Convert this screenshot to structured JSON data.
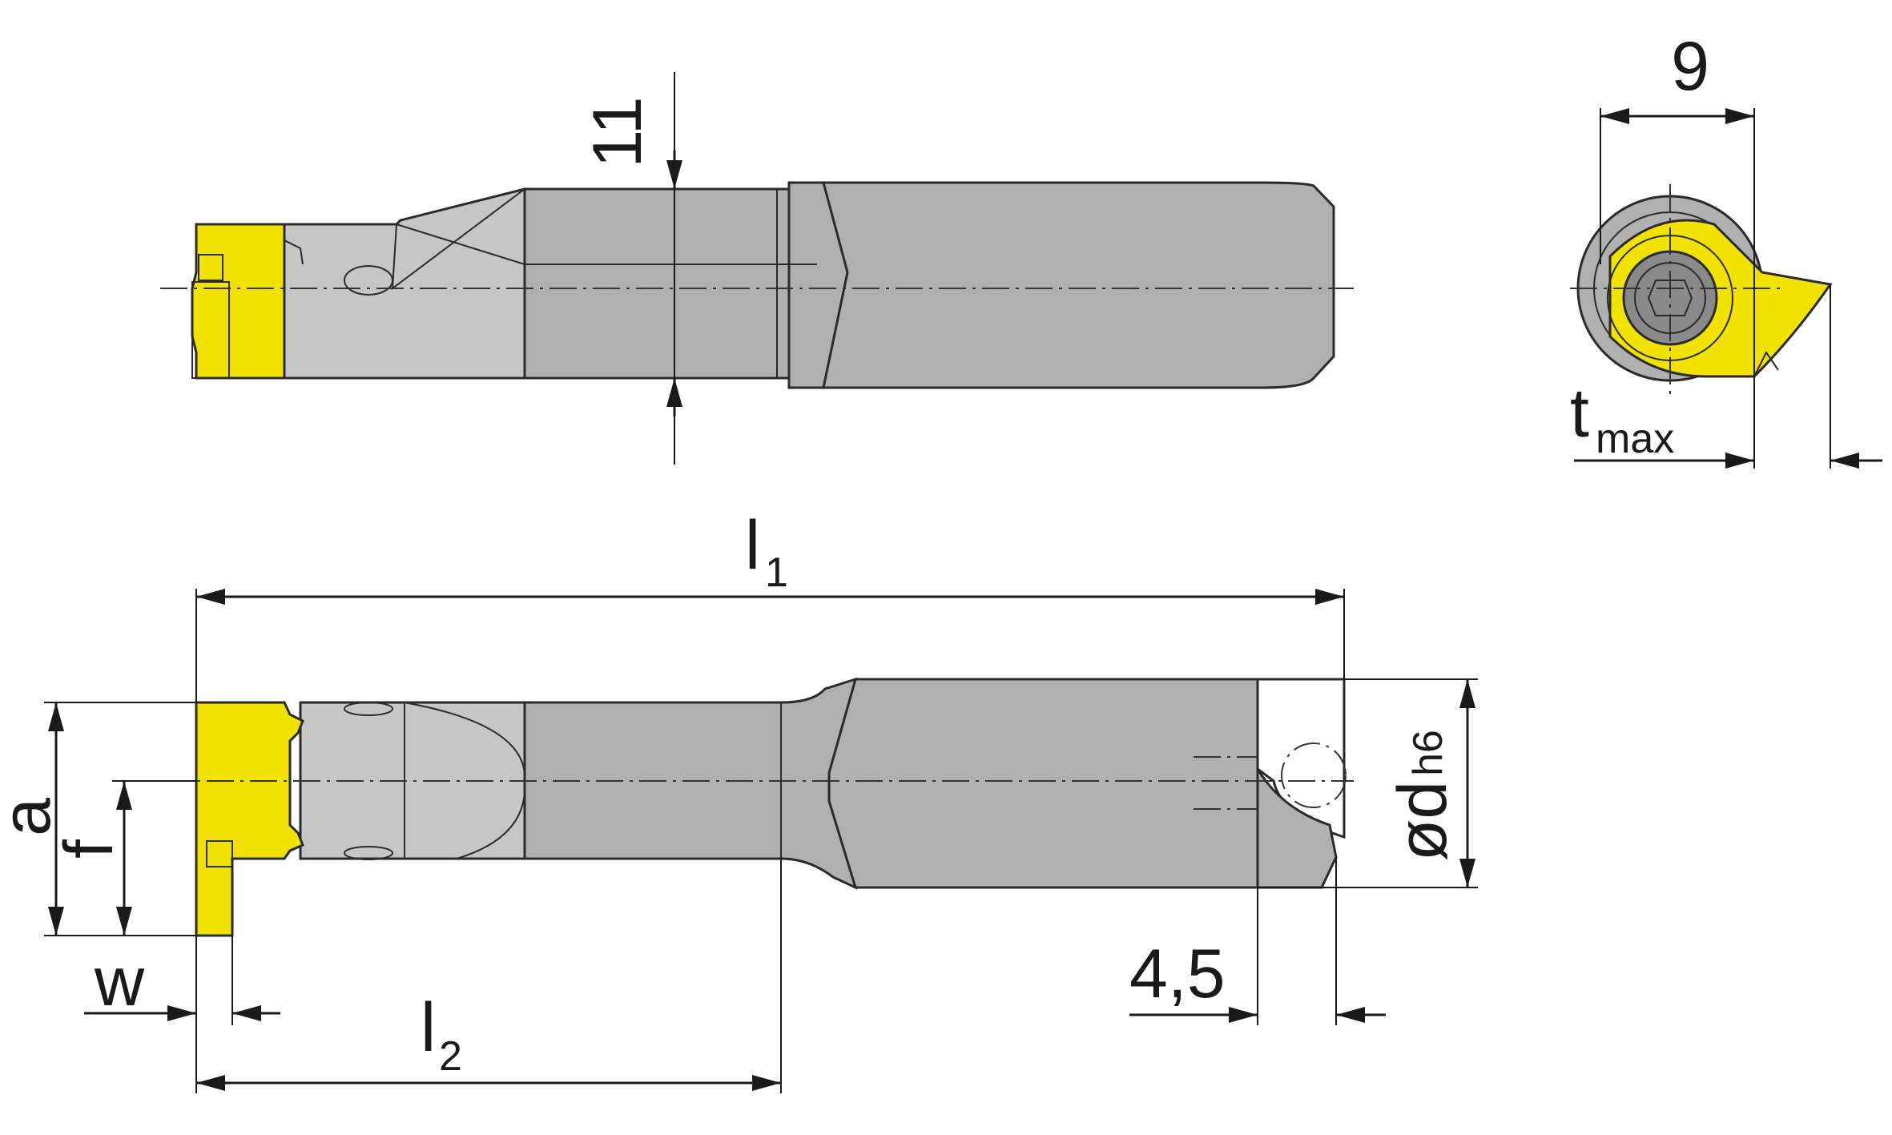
{
  "colors": {
    "body": "#b0b0b0",
    "body_light": "#c8c8c8",
    "insert": "#f2e200",
    "lines": "#1a1a1a"
  },
  "dimensions": {
    "neck_height": "11",
    "width_end": "9",
    "t_main": "t",
    "t_sub": "max",
    "l1_main": "l",
    "l1_sub": "1",
    "l2_main": "l",
    "l2_sub": "2",
    "a": "a",
    "f": "f",
    "w": "w",
    "d_main": "ød",
    "d_sub": "h6",
    "flat": "4,5"
  }
}
